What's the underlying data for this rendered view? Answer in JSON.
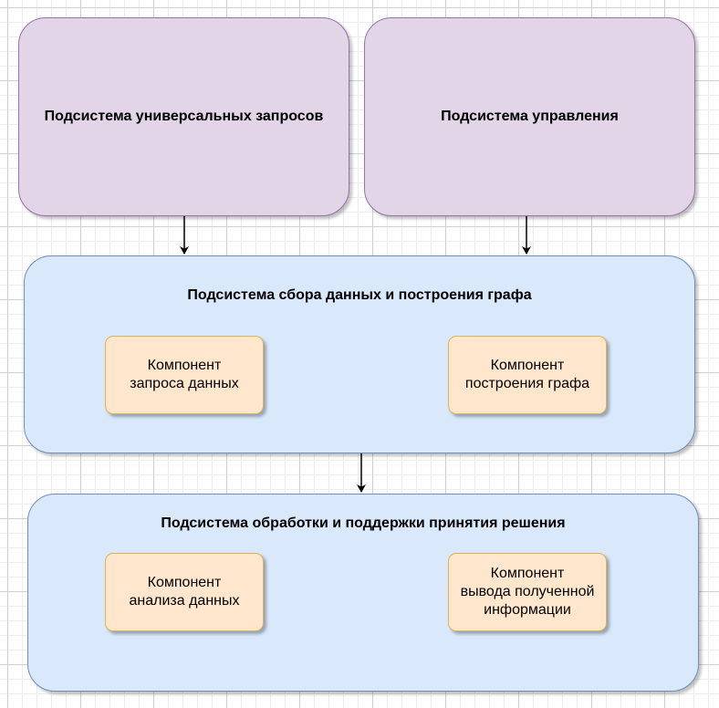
{
  "top": {
    "left_box": "Подсистема универсальных запросов",
    "right_box": "Подсистема управления"
  },
  "middle": {
    "title": "Подсистема сбора данных и построения графа",
    "component_left": "Компонент\nзапроса данных",
    "component_right": "Компонент\nпостроения графа"
  },
  "bottom": {
    "title": "Подсистема обработки и поддержки принятия решения",
    "component_left": "Компонент\nанализа данных",
    "component_right": "Компонент\nвывода полученной\nинформации"
  },
  "colors": {
    "purple_fill": "#e1d5e7",
    "purple_stroke": "#9673a6",
    "blue_fill": "#dae8fc",
    "blue_stroke": "#6c8ebf",
    "orange_fill": "#ffe6cc",
    "orange_stroke": "#d6b656"
  }
}
